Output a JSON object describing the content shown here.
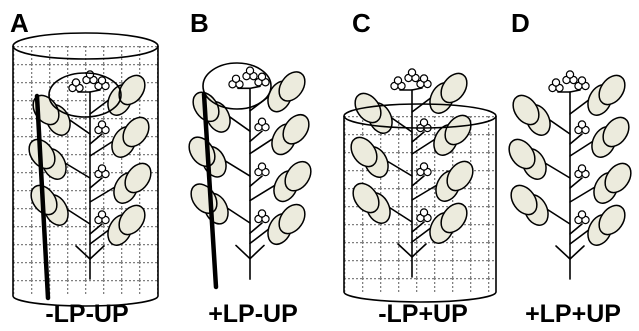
{
  "panels": [
    {
      "letter": "A",
      "caption": "-LP-UP",
      "cage": "full",
      "stake": true,
      "enclosure_ring": true
    },
    {
      "letter": "B",
      "caption": "+LP-UP",
      "cage": "none",
      "stake": true,
      "enclosure_ring": true
    },
    {
      "letter": "C",
      "caption": "-LP+UP",
      "cage": "lower",
      "stake": false,
      "enclosure_ring": false
    },
    {
      "letter": "D",
      "caption": "+LP+UP",
      "cage": "none",
      "stake": false,
      "enclosure_ring": false
    }
  ],
  "colors": {
    "petal": "#ecebdd",
    "ink": "#000000",
    "mesh": "#8a8a8a",
    "background": "#ffffff"
  }
}
